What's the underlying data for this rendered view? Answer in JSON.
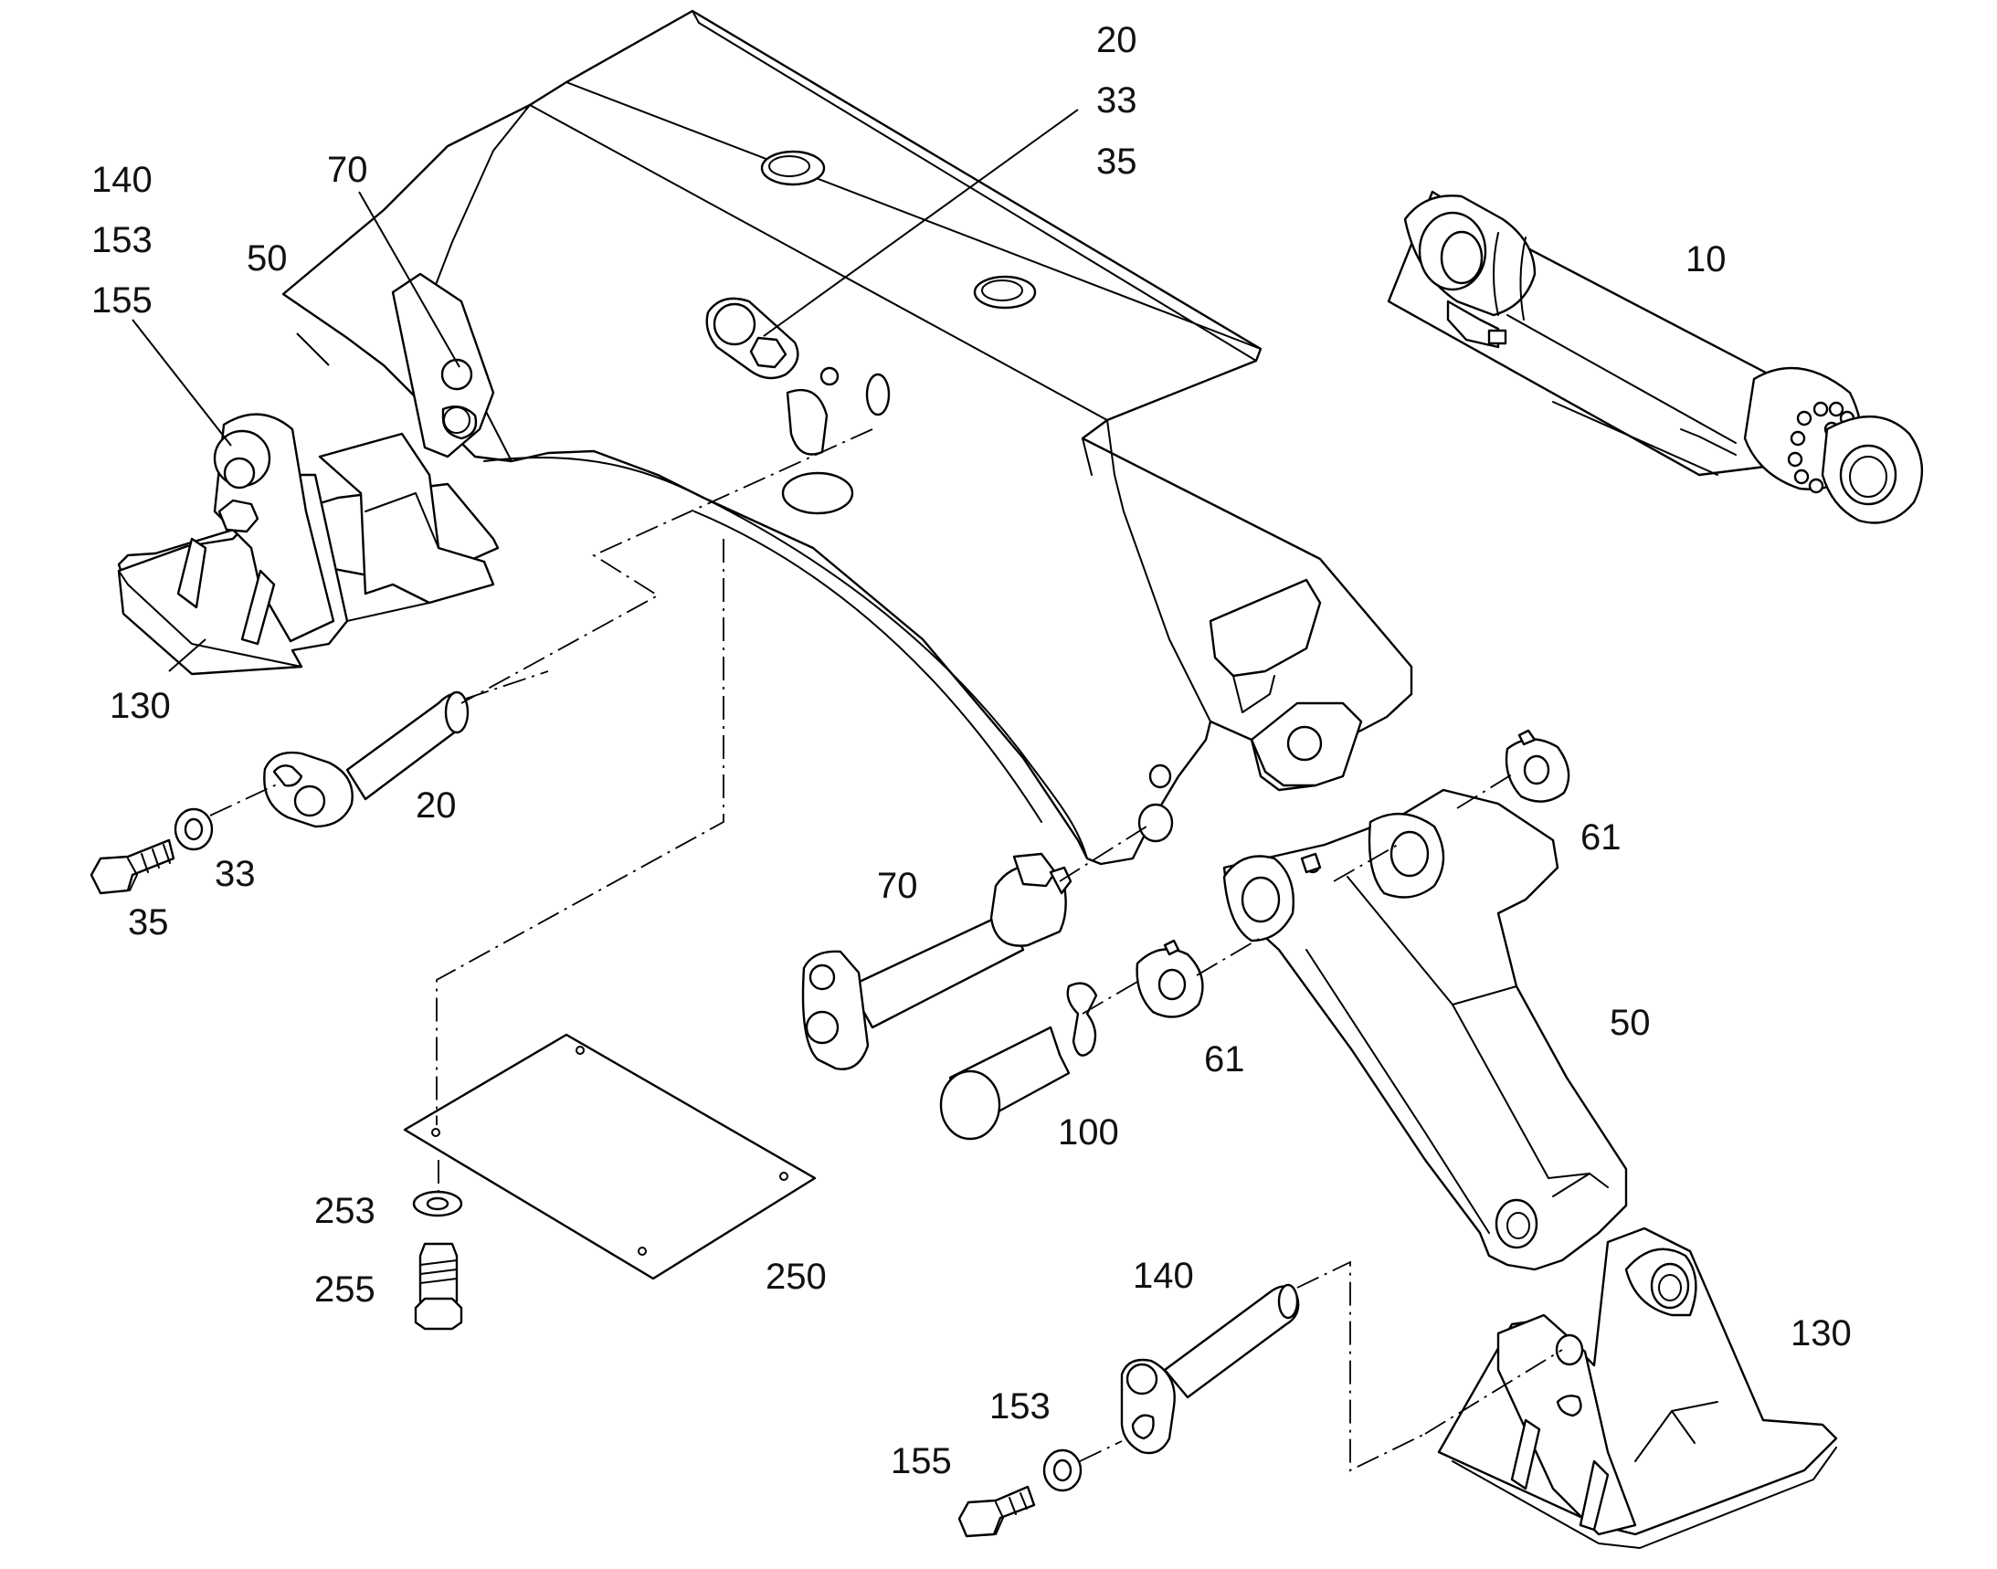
{
  "labels": {
    "frame_20": "20",
    "frame_33": "33",
    "frame_35": "35",
    "cyl_10": "10",
    "left_140": "140",
    "left_153": "153",
    "left_155": "155",
    "left_50": "50",
    "left_70": "70",
    "left_130": "130",
    "pin_20": "20",
    "washer_33": "33",
    "bolt_35": "35",
    "pin_70": "70",
    "ring_61_right": "61",
    "ring_61_left": "61",
    "link_50": "50",
    "pin_100": "100",
    "washer_253": "253",
    "bolt_255": "255",
    "plate_250": "250",
    "pin_140": "140",
    "washer_153": "153",
    "bolt_155": "155",
    "bracket_130": "130"
  }
}
